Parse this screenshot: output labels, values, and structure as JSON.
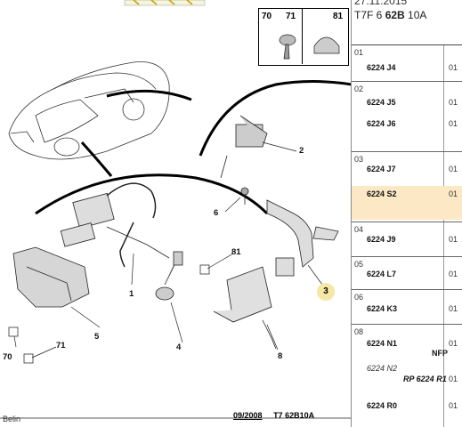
{
  "diagram": {
    "callouts": [
      "1",
      "2",
      "3",
      "4",
      "5",
      "6",
      "8",
      "70",
      "71",
      "81"
    ],
    "highlighted": "3",
    "box": {
      "left": "70",
      "mid": "71",
      "right": "81"
    },
    "footer": {
      "date": "09/2008",
      "ref": "T7 62B10A"
    },
    "bottom_left": "Belin"
  },
  "panel": {
    "date": "27.11.2015",
    "ref_prefix": "T7F 6 ",
    "ref_bold": "62B",
    "ref_suffix": " 10A",
    "groups": [
      {
        "num": "01",
        "rows": [
          {
            "code": "6224 J4",
            "qty": "01"
          }
        ]
      },
      {
        "num": "02",
        "rows": [
          {
            "code": "6224 J5",
            "qty": "01"
          },
          {
            "code": "6224 J6",
            "qty": "01"
          }
        ]
      },
      {
        "num": "03",
        "rows": [
          {
            "code": "6224 J7",
            "qty": "01"
          },
          {
            "code": "6224 S2",
            "qty": "01",
            "selected": true
          }
        ]
      },
      {
        "num": "04",
        "rows": [
          {
            "code": "6224 J9",
            "qty": "01"
          }
        ]
      },
      {
        "num": "05",
        "rows": [
          {
            "code": "6224 L7",
            "qty": "01"
          }
        ]
      },
      {
        "num": "06",
        "rows": [
          {
            "code": "6224 K3",
            "qty": "01"
          }
        ]
      },
      {
        "num": "08",
        "rows": [
          {
            "code": "6224 N1",
            "qty": "01",
            "nfp": "NFP"
          },
          {
            "code": "6224 N2",
            "italic": true
          },
          {
            "note": "RP 6224 R1",
            "qty": "01"
          },
          {
            "code": "6224 R0",
            "qty": "01"
          }
        ]
      }
    ]
  }
}
